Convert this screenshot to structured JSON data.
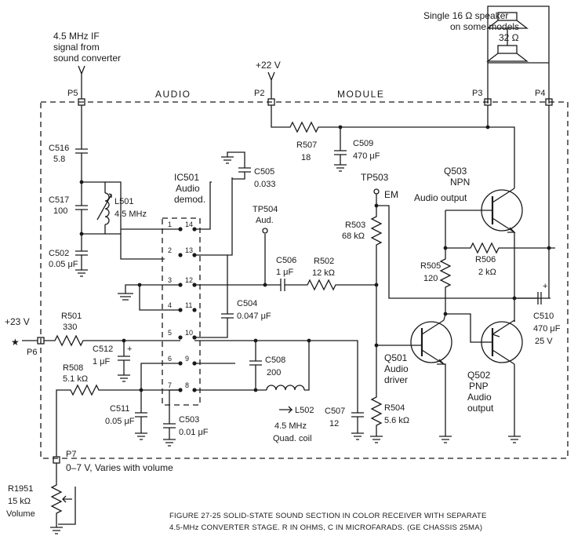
{
  "title_speaker": [
    "Single 16 Ω speaker",
    "on some models"
  ],
  "speaker_pair": "32 Ω",
  "if_source": [
    "4.5 MHz  IF",
    "signal from",
    "sound converter"
  ],
  "supply_22": "+22 V",
  "supply_23": "+23 V",
  "module_label": [
    "AUDIO",
    "MODULE"
  ],
  "ports": {
    "p5": "P5",
    "p2": "P2",
    "p3": "P3",
    "p4": "P4",
    "p6": "P6",
    "p7": "P7"
  },
  "p7_note": "0–7 V, Varies with volume",
  "ic": {
    "name": "IC501",
    "type": "Audio",
    "type2": "demod.",
    "pins_left": [
      "1",
      "2",
      "3",
      "4",
      "5",
      "6",
      "7"
    ],
    "pins_right": [
      "14",
      "13",
      "12",
      "11",
      "10",
      "9",
      "8"
    ]
  },
  "tp503": [
    "TP503",
    "EM"
  ],
  "tp504": [
    "TP504",
    "Aud."
  ],
  "q503": [
    "Q503",
    "NPN",
    "Audio output"
  ],
  "q501": [
    "Q501",
    "Audio",
    "driver"
  ],
  "q502": [
    "Q502",
    "PNP",
    "Audio",
    "output"
  ],
  "components": {
    "c516": {
      "ref": "C516",
      "val": "5.8"
    },
    "c517": {
      "ref": "C517",
      "val": "100"
    },
    "c502": {
      "ref": "C502",
      "val": "0.05 μF"
    },
    "l501": {
      "ref": "L501",
      "val": "4.5 MHz"
    },
    "c505": {
      "ref": "C505",
      "val": "0.033"
    },
    "r507": {
      "ref": "R507",
      "val": "18"
    },
    "c509": {
      "ref": "C509",
      "val": "470 μF"
    },
    "r503": {
      "ref": "R503",
      "val": "68 kΩ"
    },
    "c506": {
      "ref": "C506",
      "val": "1 μF"
    },
    "r502": {
      "ref": "R502",
      "val": "12 kΩ"
    },
    "c504": {
      "ref": "C504",
      "val": "0.047 μF"
    },
    "r505": {
      "ref": "R505",
      "val": "120"
    },
    "r506": {
      "ref": "R506",
      "val": "2 kΩ"
    },
    "c510": {
      "ref": "C510",
      "val": "470 μF",
      "v": "25 V"
    },
    "r501": {
      "ref": "R501",
      "val": "330"
    },
    "c512": {
      "ref": "C512",
      "val": "1 μF"
    },
    "r508": {
      "ref": "R508",
      "val": "5.1 kΩ"
    },
    "c508": {
      "ref": "C508",
      "val": "200"
    },
    "c511": {
      "ref": "C511",
      "val": "0.05 μF"
    },
    "c503": {
      "ref": "C503",
      "val": "0.01 μF"
    },
    "l502": {
      "ref": "L502",
      "val": "4.5 MHz",
      "desc": "Quad. coil"
    },
    "c507": {
      "ref": "C507",
      "val": "12"
    },
    "r504": {
      "ref": "R504",
      "val": "5.6 kΩ"
    },
    "r1951": {
      "ref": "R1951",
      "val": "15 kΩ",
      "desc": "Volume"
    }
  },
  "caption": [
    "FIGURE 27-25  SOLID-STATE SOUND SECTION IN COLOR RECEIVER WITH SEPARATE",
    "4.5-MHz CONVERTER STAGE.  R IN OHMS, C IN MICROFARADS.  (GE CHASSIS 25MA)"
  ]
}
